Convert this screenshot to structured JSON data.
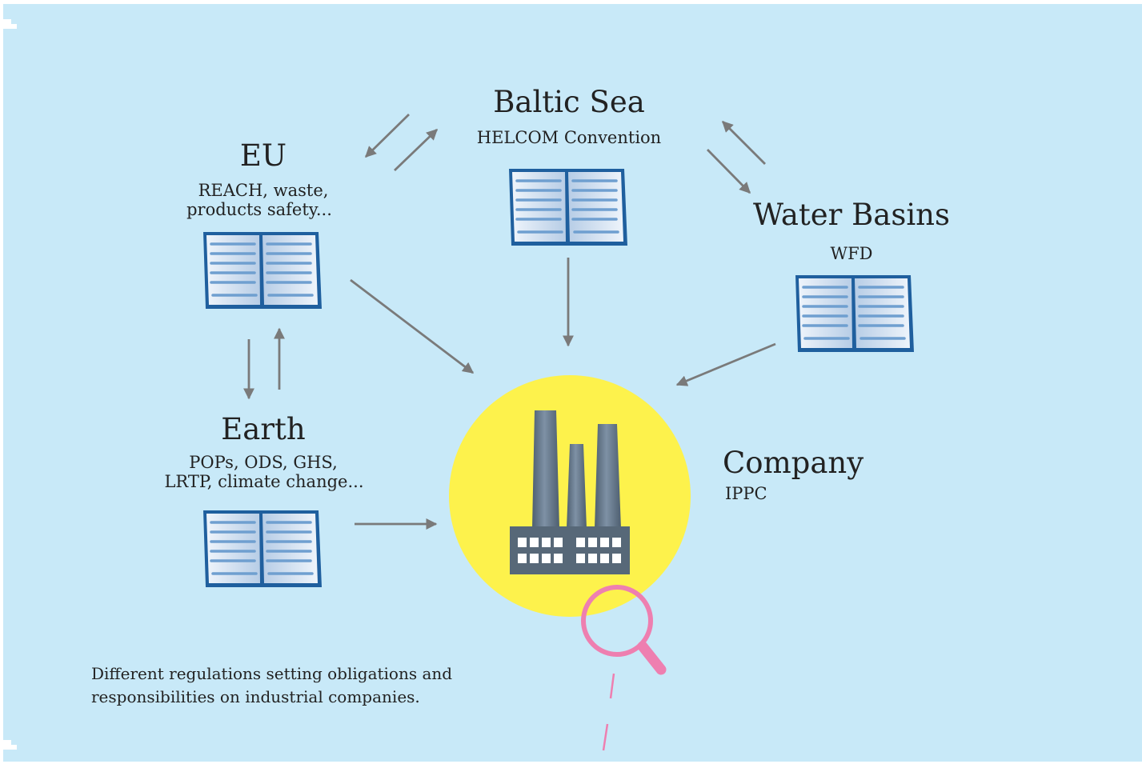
{
  "nodes": {
    "baltic": {
      "title": "Baltic Sea",
      "subtitle": "HELCOM Convention"
    },
    "eu": {
      "title": "EU",
      "subtitle_lines": [
        "REACH, waste,",
        "products safety..."
      ]
    },
    "water": {
      "title": "Water Basins",
      "subtitle": "WFD"
    },
    "earth": {
      "title": "Earth",
      "subtitle_lines": [
        "POPs, ODS, GHS,",
        "LRTP, climate change..."
      ]
    },
    "company": {
      "title": "Company",
      "subtitle": "IPPC"
    }
  },
  "caption_lines": [
    "Different regulations setting obligations and",
    "responsibilities on industrial companies."
  ],
  "colors": {
    "background": "#c8e9f8",
    "circle": "#fdf24c",
    "factory": "#576878",
    "arrow": "#7a7a7a",
    "magnifier": "#ee7fb0",
    "book_border": "#1f5f9e"
  },
  "icons": [
    "book-icon",
    "factory-icon",
    "magnifier-icon"
  ]
}
